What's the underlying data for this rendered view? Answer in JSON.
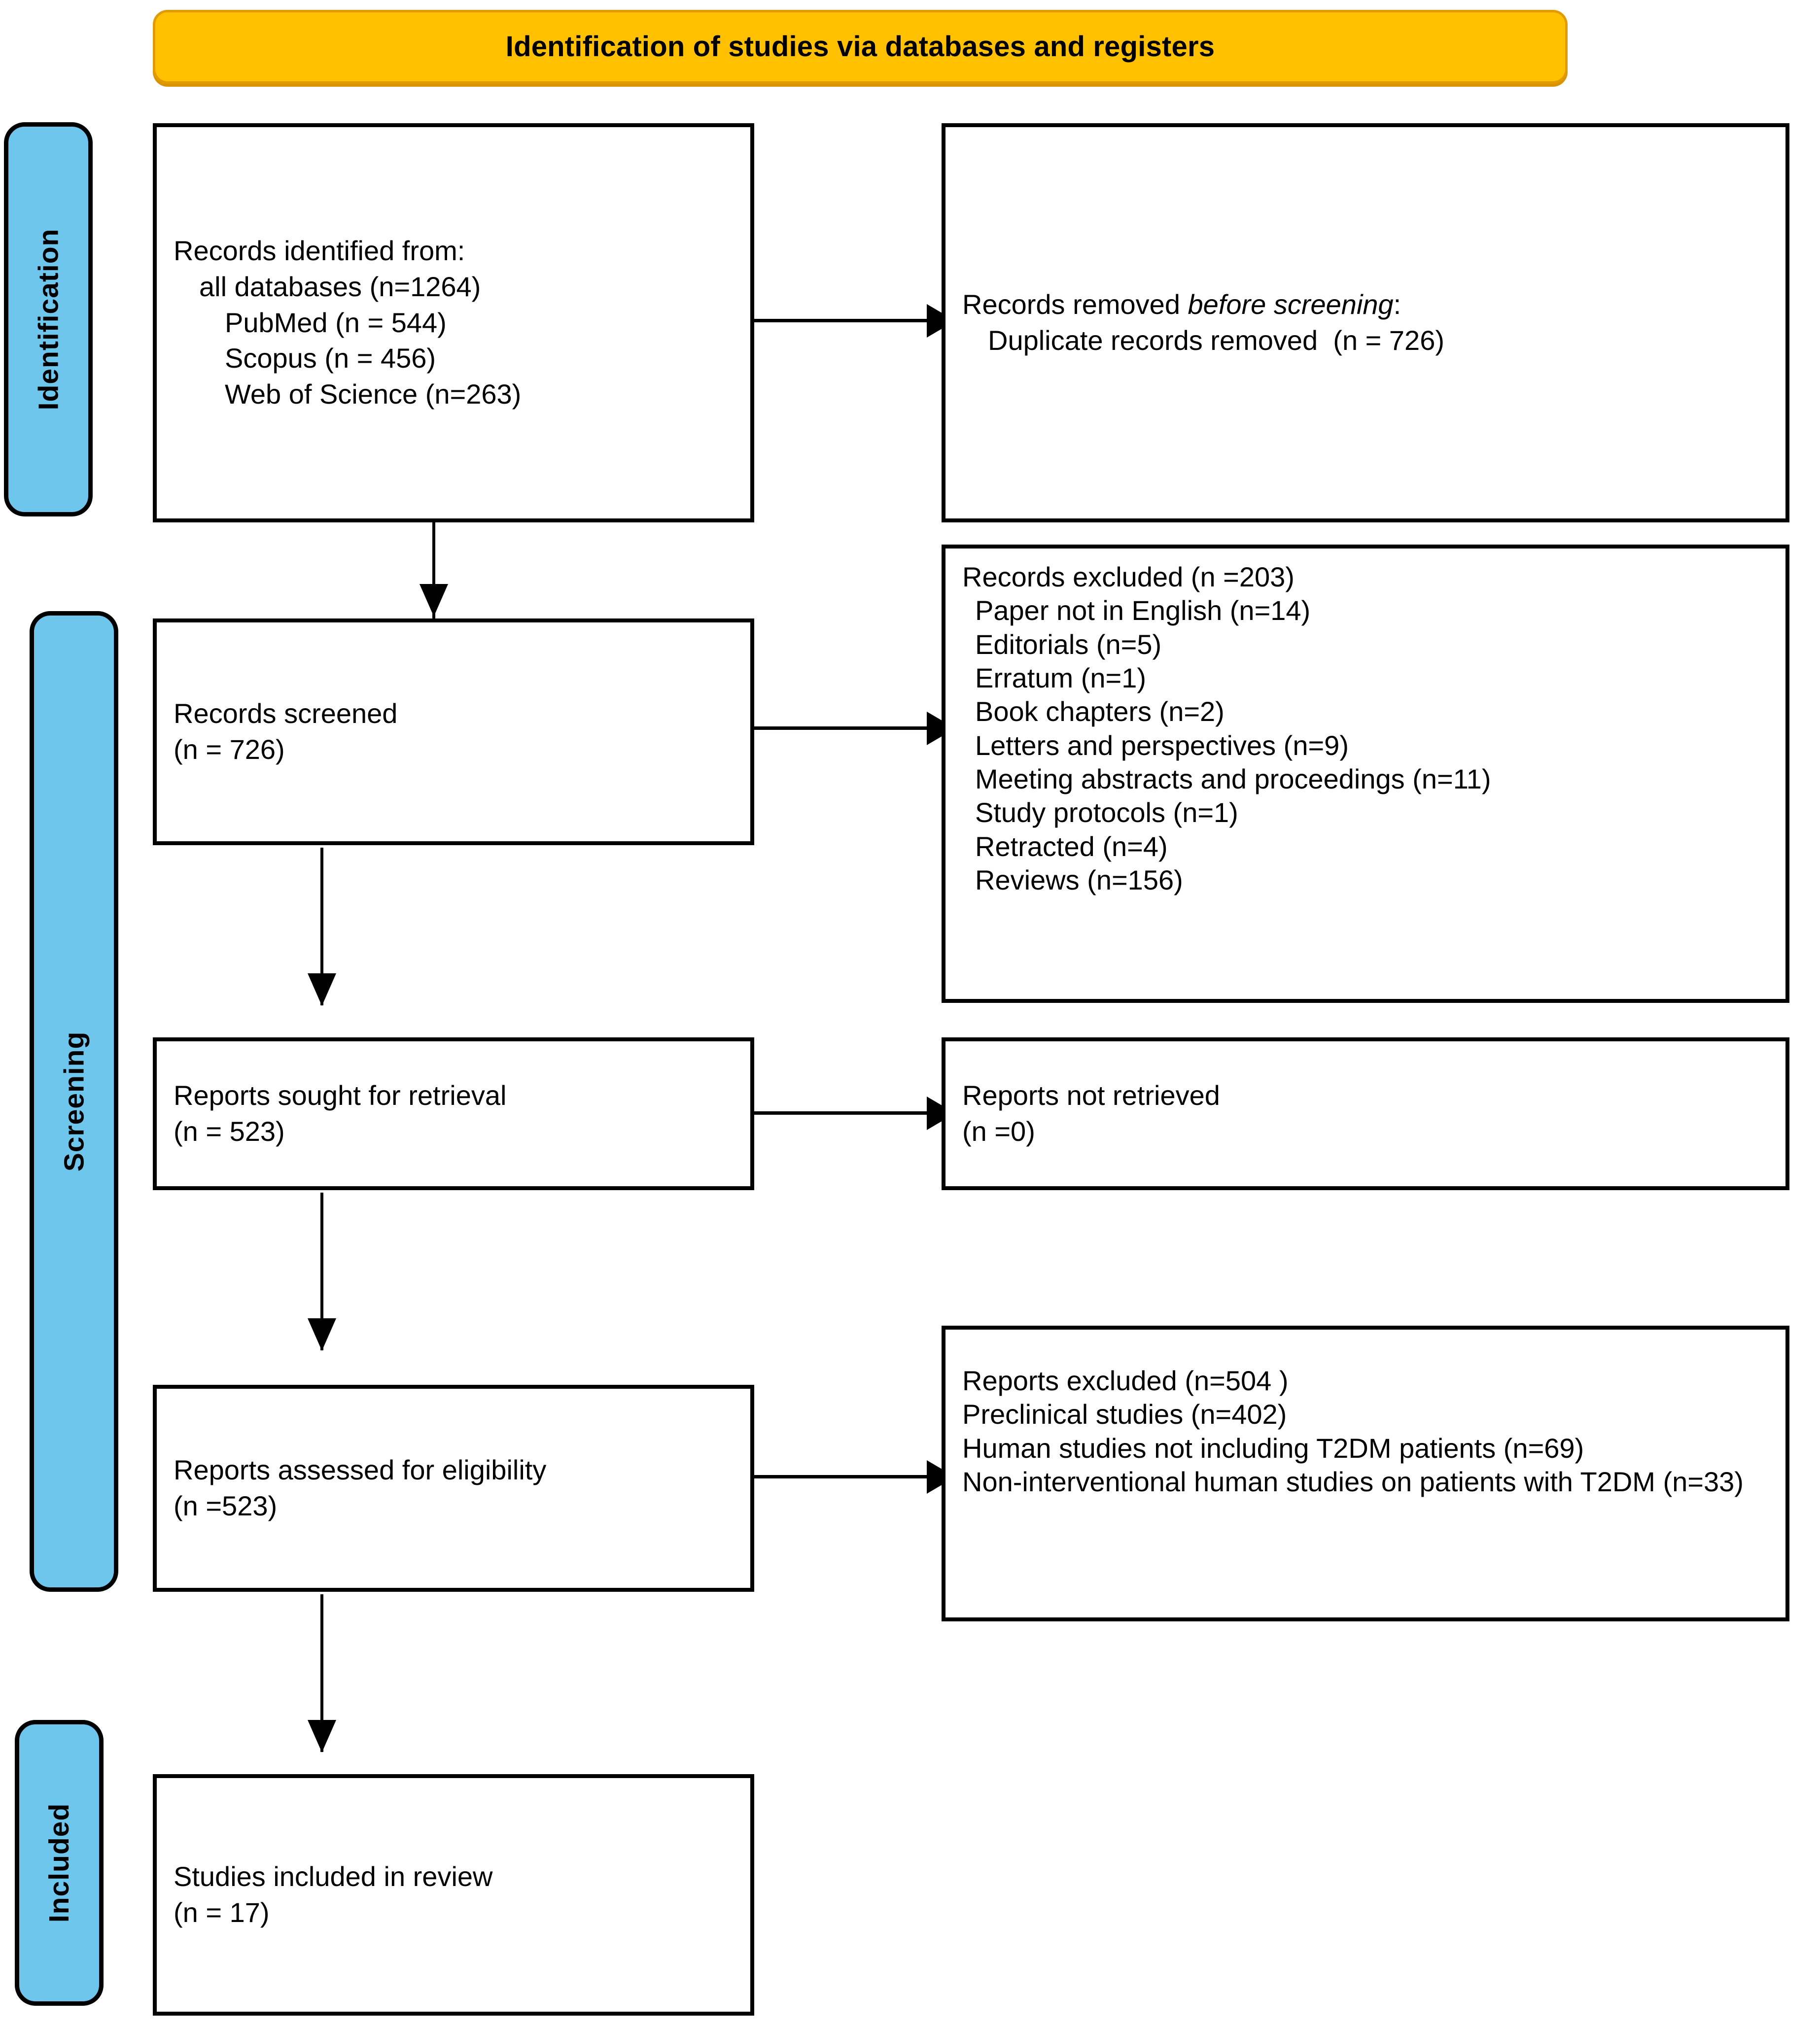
{
  "banner": {
    "title": "Identification of studies via databases and registers"
  },
  "colors": {
    "banner_fill": "#FFC000",
    "banner_border": "#E09B00",
    "phase_fill": "#6EC6EC",
    "box_border": "#000000",
    "text": "#000000"
  },
  "phases": [
    {
      "label": "Identification"
    },
    {
      "label": "Screening"
    },
    {
      "label": "Included"
    }
  ],
  "boxes": {
    "records_identified": {
      "lines": [
        "Records identified from:",
        "all databases (n=1264)",
        "PubMed (n = 544)",
        "Scopus (n = 456)",
        "Web of Science (n=263)"
      ]
    },
    "records_removed": {
      "line1_prefix": "Records removed ",
      "line1_italic": "before screening",
      "line1_suffix": ":",
      "line2": "Duplicate records removed  (n = 726)"
    },
    "records_screened": {
      "line1": "Records screened",
      "line2": "(n = 726)"
    },
    "records_excluded": {
      "heading": "Records excluded (n =203)",
      "reasons": [
        "Paper not in English (n=14)",
        "Editorials (n=5)",
        "Erratum (n=1)",
        "Book chapters (n=2)",
        "Letters and perspectives (n=9)",
        "Meeting abstracts and proceedings (n=11)",
        "Study protocols (n=1)",
        "Retracted (n=4)",
        "Reviews (n=156)"
      ]
    },
    "reports_sought": {
      "line1": "Reports sought for retrieval",
      "line2": "(n = 523)"
    },
    "reports_not_retrieved": {
      "line1": "Reports not retrieved",
      "line2": "(n =0)"
    },
    "reports_assessed": {
      "line1": "Reports assessed for eligibility",
      "line2": "(n =523)"
    },
    "reports_excluded": {
      "lines": [
        "Reports excluded (n=504 )",
        "Preclinical studies (n=402)",
        "Human studies not including T2DM patients (n=69)",
        "Non-interventional human studies on patients with T2DM (n=33)"
      ]
    },
    "studies_included": {
      "line1": "Studies included in review",
      "line2": "(n = 17)"
    }
  },
  "chart_data": {
    "type": "diagram",
    "title": "Identification of studies via databases and registers",
    "nodes": [
      {
        "id": "records_identified",
        "phase": "Identification",
        "total": 1264,
        "breakdown": {
          "PubMed": 544,
          "Scopus": 456,
          "Web of Science": 263
        }
      },
      {
        "id": "records_removed_before_screening",
        "phase": "Identification",
        "duplicates_removed": 726
      },
      {
        "id": "records_screened",
        "phase": "Screening",
        "n": 726
      },
      {
        "id": "records_excluded",
        "phase": "Screening",
        "n": 203,
        "breakdown": {
          "Paper not in English": 14,
          "Editorials": 5,
          "Erratum": 1,
          "Book chapters": 2,
          "Letters and perspectives": 9,
          "Meeting abstracts and proceedings": 11,
          "Study protocols": 1,
          "Retracted": 4,
          "Reviews": 156
        }
      },
      {
        "id": "reports_sought_for_retrieval",
        "phase": "Screening",
        "n": 523
      },
      {
        "id": "reports_not_retrieved",
        "phase": "Screening",
        "n": 0
      },
      {
        "id": "reports_assessed_for_eligibility",
        "phase": "Screening",
        "n": 523
      },
      {
        "id": "reports_excluded",
        "phase": "Screening",
        "n": 504,
        "breakdown": {
          "Preclinical studies": 402,
          "Human studies not including T2DM patients": 69,
          "Non-interventional human studies on patients with T2DM": 33
        }
      },
      {
        "id": "studies_included_in_review",
        "phase": "Included",
        "n": 17
      }
    ]
  }
}
